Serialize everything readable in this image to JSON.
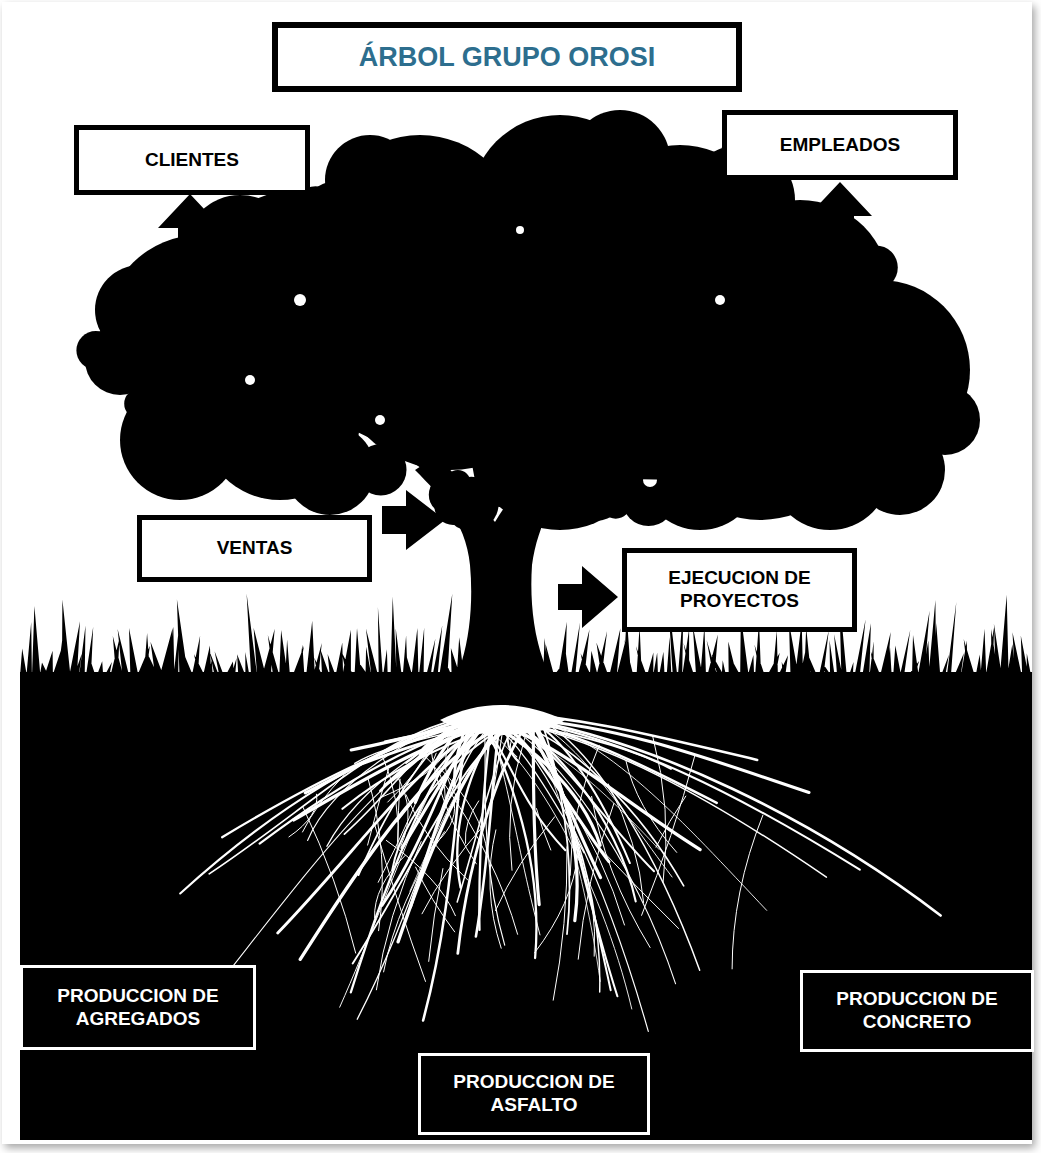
{
  "diagram": {
    "title": "ÁRBOL GRUPO OROSI",
    "nodes": [
      {
        "text": [
          "CLIENTES"
        ]
      },
      {
        "text": [
          "EMPLEADOS"
        ]
      },
      {
        "text": [
          "VENTAS"
        ]
      },
      {
        "text": [
          "EJECUCION DE PROYECTOS"
        ]
      },
      {
        "text": [
          "PRODUCCION DE AGREGADOS"
        ]
      },
      {
        "text": [
          "PRODUCCION DE ASFALTO"
        ]
      },
      {
        "text": [
          "PRODUCCION DE CONCRETO"
        ]
      }
    ]
  }
}
